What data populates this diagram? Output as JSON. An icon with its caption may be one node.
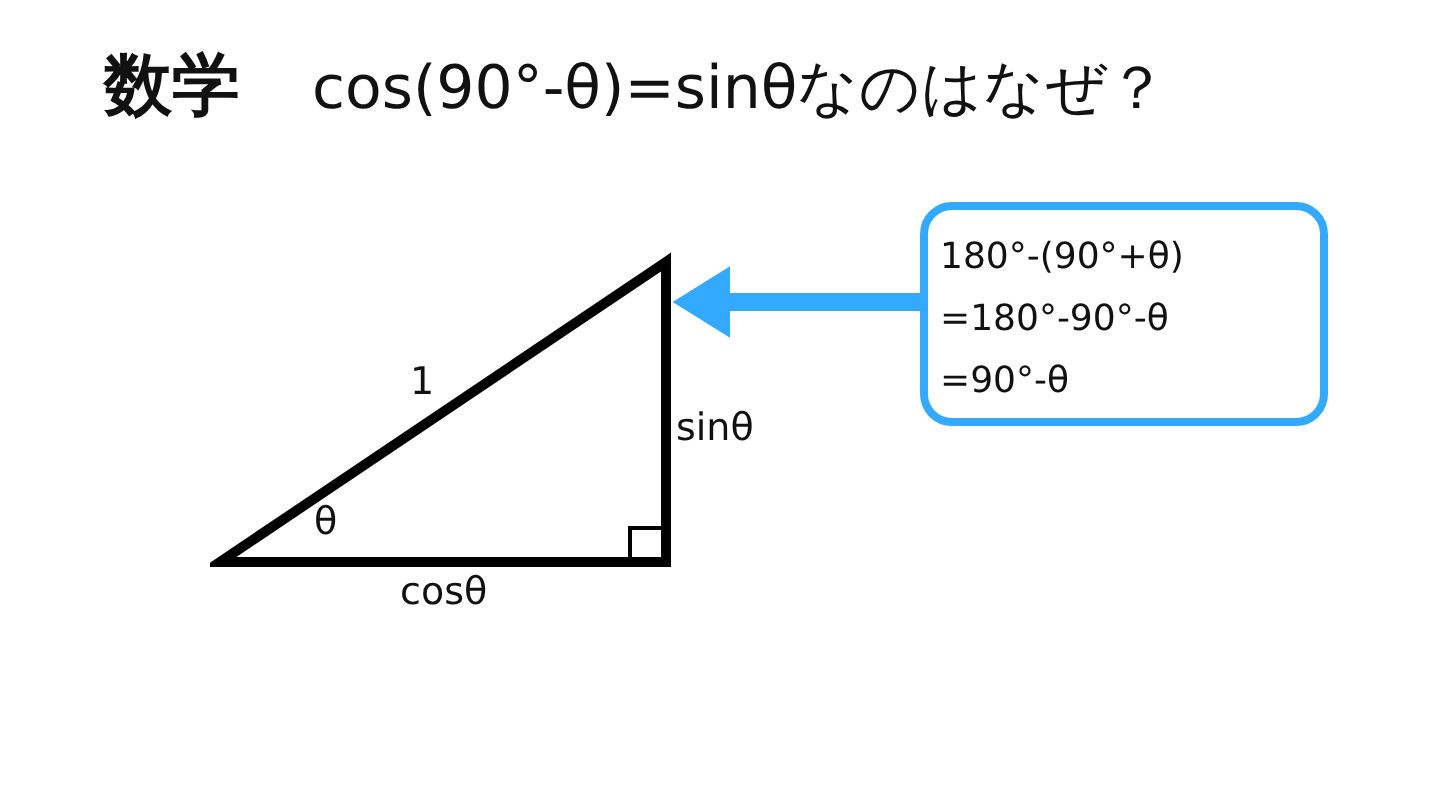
{
  "diagram": {
    "title": "**数学**　cos(90°-θ)=sinθなのはなぜ？",
    "nodes": [
      {
        "text": [
          "180°-(90°+θ)",
          "=180°-90°-θ",
          "=90°-θ"
        ]
      },
      {
        "text": [],
        "shape": "triangle"
      }
    ],
    "edges": [
      {
        "from": 0,
        "to": 1,
        "arrow": "to",
        "color": "#33aaff"
      }
    ],
    "labels": [
      "1",
      "sinθ",
      "θ",
      "cosθ"
    ]
  }
}
